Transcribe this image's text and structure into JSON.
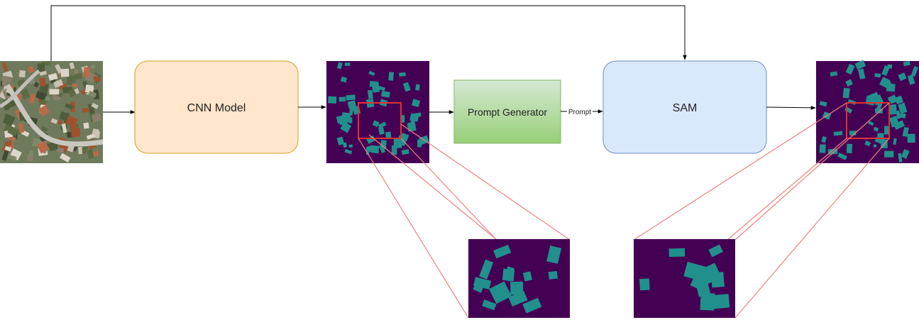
{
  "nodes": {
    "cnn": {
      "label": "CNN Model",
      "fill": "#ffe6cc",
      "stroke": "#d6a01a"
    },
    "prompt_generator": {
      "label": "Prompt Generator",
      "fill_top": "#d5e8d4",
      "fill_bottom": "#97d077",
      "stroke": "#82b366"
    },
    "sam": {
      "label": "SAM",
      "fill": "#dae8fc",
      "stroke": "#6c8ebf"
    }
  },
  "edges": {
    "prompt_label": "Prompt"
  },
  "colors": {
    "mask_background": "#440154",
    "mask_building": "#21908d",
    "zoom_frame": "#e03030",
    "zoom_lines": "#f08080",
    "arrow": "#000000"
  },
  "icons": {
    "aerial": "aerial-photo-icon",
    "mask": "segmentation-mask-icon"
  }
}
